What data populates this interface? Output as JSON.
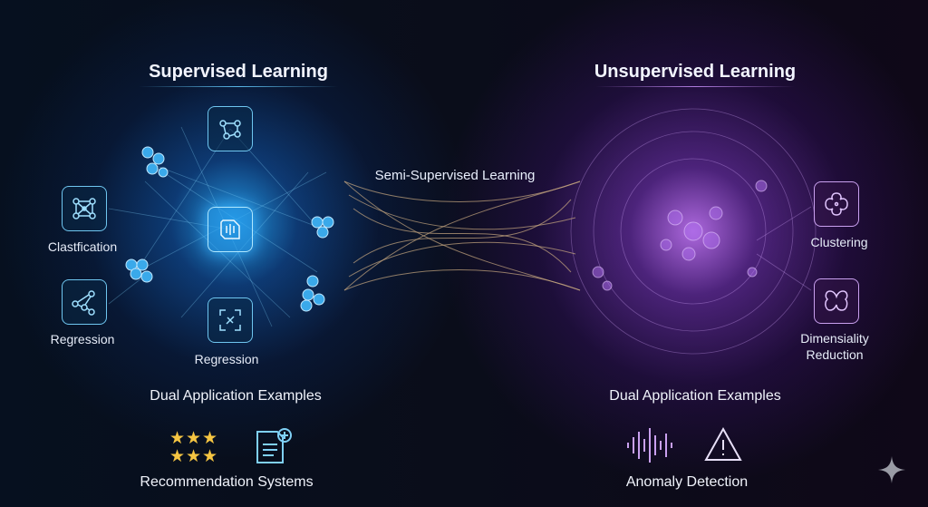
{
  "supervised": {
    "title": "Supervised Learning",
    "nodes": [
      {
        "label": "Clastfication",
        "icon": "network-icon"
      },
      {
        "label": "Regression",
        "icon": "graph-icon"
      },
      {
        "label": "Regression",
        "icon": "focus-frame-icon"
      }
    ],
    "center_icons": [
      "graph-nodes-icon",
      "chip-brain-icon"
    ],
    "examples_title": "Dual Application Examples",
    "example": "Recommendation Systems",
    "example_icons": [
      "stars-icon",
      "document-add-icon"
    ]
  },
  "semi": {
    "title": "Semi-Supervised Learning"
  },
  "unsupervised": {
    "title": "Unsupervised Learning",
    "nodes": [
      {
        "label": "Clustering",
        "icon": "cluster-icon"
      },
      {
        "label": "Dimensiality Reduction",
        "icon": "knot-icon"
      }
    ],
    "examples_title": "Dual Application Examples",
    "example": "Anomaly Detection",
    "example_icons": [
      "waveform-icon",
      "warning-icon"
    ]
  },
  "colors": {
    "blue": "#39b4ff",
    "purple": "#b57bff",
    "star": "#f5c542"
  }
}
